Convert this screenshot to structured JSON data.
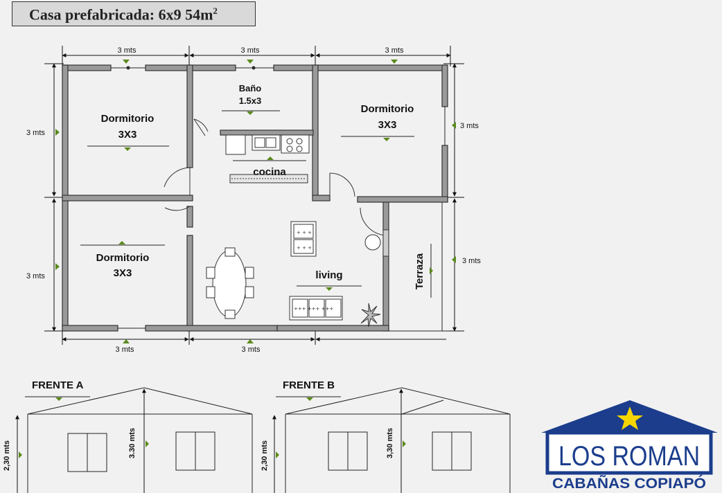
{
  "title": {
    "main": "Casa prefabricada: 6x9  54m",
    "sup": "2"
  },
  "dimensions": {
    "top": [
      "3 mts",
      "3 mts",
      "3 mts"
    ],
    "left": [
      "3 mts",
      "3 mts"
    ],
    "right": [
      "3 mts",
      "3 mts"
    ],
    "bottom": [
      "3 mts",
      "3 mts"
    ]
  },
  "rooms": {
    "dorm1": {
      "name": "Dormitorio",
      "size": "3X3"
    },
    "dorm2": {
      "name": "Dormitorio",
      "size": "3X3"
    },
    "dorm3": {
      "name": "Dormitorio",
      "size": "3X3"
    },
    "bano": {
      "name": "Baño",
      "size": "1.5x3"
    },
    "cocina": "cocina",
    "living": "living",
    "terraza": "Terraza"
  },
  "elevations": {
    "a": {
      "label": "FRENTE A",
      "h_wall": "2,30 mts",
      "h_total": "3.30 mts"
    },
    "b": {
      "label": "FRENTE B",
      "h_wall": "2,30 mts",
      "h_total": "3,30 mts"
    }
  },
  "logo": {
    "name": "LOS ROMAN",
    "sub": "CABAÑAS COPIAPÓ",
    "colors": {
      "blue": "#1b3d8c",
      "star": "#f5d600"
    }
  }
}
